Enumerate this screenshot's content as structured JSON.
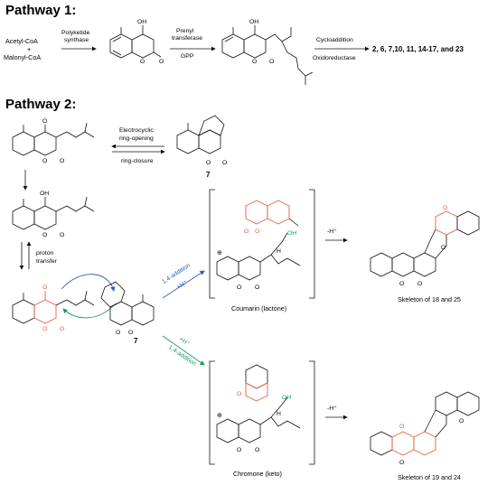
{
  "pathway1": {
    "title": "Pathway 1:",
    "start_a": "Acetyl-CoA",
    "plus": "+",
    "start_b": "Malonyl-CoA",
    "step1_top": "Polyketide",
    "step1_bottom": "synthase",
    "step2_top": "Prenyl",
    "step2_mid": "transferase",
    "step2_bottom": "GPP",
    "step3_top": "Cycloaddition",
    "step3_bottom": "Oxidoreductase",
    "products": "2, 6, 7,10, 11, 14-17, and 23"
  },
  "pathway2": {
    "title": "Pathway 2:",
    "electro_1": "Electrocyclic",
    "electro_2": "ring-opening",
    "electro_3": "ring-closure",
    "compound7_a": "7",
    "compound7_b": "7",
    "proton_1": "proton",
    "proton_2": "transfer",
    "add_top_1": "1,4-addition",
    "add_top_2": "+H⁺",
    "add_bot_1": "+H⁺",
    "add_bot_2": "1,4-addition",
    "minus_h_top": "-H⁺",
    "minus_h_bot": "-H⁺",
    "coumarin_label": "Coumarin (lactone)",
    "chromone_label": "Chromone (keto)",
    "skeleton_top": "Skeleton of 18 and 25",
    "skeleton_bot": "Skeleton of 19 and 24",
    "atom_OH": "OH",
    "atom_O": "O",
    "atom_H": "H",
    "plus_charge": "⊕"
  },
  "colors": {
    "highlight": "#e8603c",
    "blue_arrow": "#2f5fb8",
    "green_arrow": "#1a9a5a"
  }
}
